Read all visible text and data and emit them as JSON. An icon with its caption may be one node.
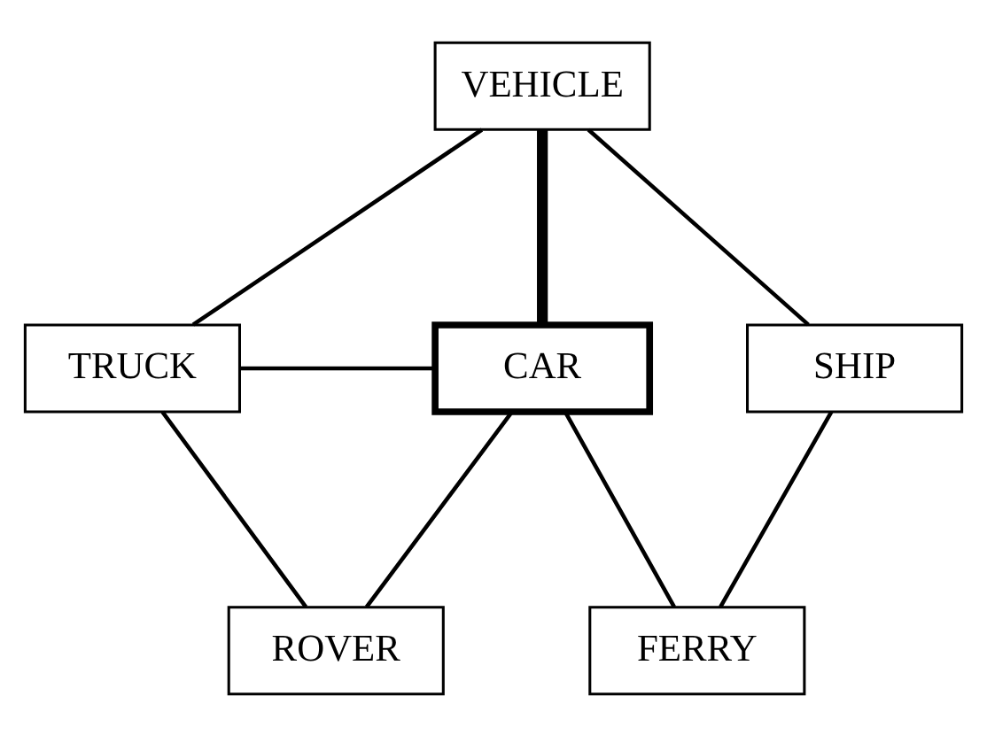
{
  "diagram": {
    "nodes": [
      {
        "text": [
          "VEHICLE"
        ]
      },
      {
        "text": [
          "TRUCK"
        ]
      },
      {
        "text": [
          "CAR"
        ]
      },
      {
        "text": [
          "SHIP"
        ]
      },
      {
        "text": [
          "ROVER"
        ]
      },
      {
        "text": [
          "FERRY"
        ]
      }
    ],
    "edges": [
      {
        "from": 0,
        "to": 1,
        "arrow": "none"
      },
      {
        "from": 0,
        "to": 2,
        "arrow": "none",
        "style": "thick"
      },
      {
        "from": 0,
        "to": 3,
        "arrow": "none"
      },
      {
        "from": 1,
        "to": 2,
        "arrow": "none"
      },
      {
        "from": 1,
        "to": 4,
        "arrow": "none"
      },
      {
        "from": 2,
        "to": 4,
        "arrow": "none"
      },
      {
        "from": 2,
        "to": 5,
        "arrow": "none"
      },
      {
        "from": 3,
        "to": 5,
        "arrow": "none"
      }
    ]
  }
}
